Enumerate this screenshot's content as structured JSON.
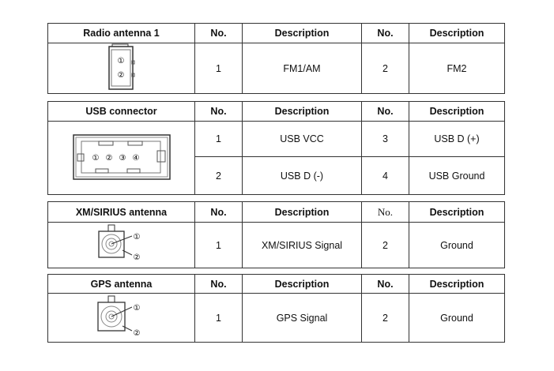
{
  "headers": {
    "no": "No.",
    "description": "Description"
  },
  "tables": [
    {
      "title": "Radio antenna 1",
      "rows": [
        {
          "no1": "1",
          "desc1": "FM1/AM",
          "no2": "2",
          "desc2": "FM2"
        }
      ]
    },
    {
      "title": "USB connector",
      "rows": [
        {
          "no1": "1",
          "desc1": "USB VCC",
          "no2": "3",
          "desc2": "USB D (+)"
        },
        {
          "no1": "2",
          "desc1": "USB D (-)",
          "no2": "4",
          "desc2": "USB Ground"
        }
      ]
    },
    {
      "title": "XM/SIRIUS antenna",
      "rows": [
        {
          "no1": "1",
          "desc1": "XM/SIRIUS Signal",
          "no2": "2",
          "desc2": "Ground"
        }
      ]
    },
    {
      "title": "GPS antenna",
      "rows": [
        {
          "no1": "1",
          "desc1": "GPS Signal",
          "no2": "2",
          "desc2": "Ground"
        }
      ]
    }
  ],
  "pins": {
    "p1": "①",
    "p2": "②",
    "p3": "③",
    "p4": "④"
  }
}
